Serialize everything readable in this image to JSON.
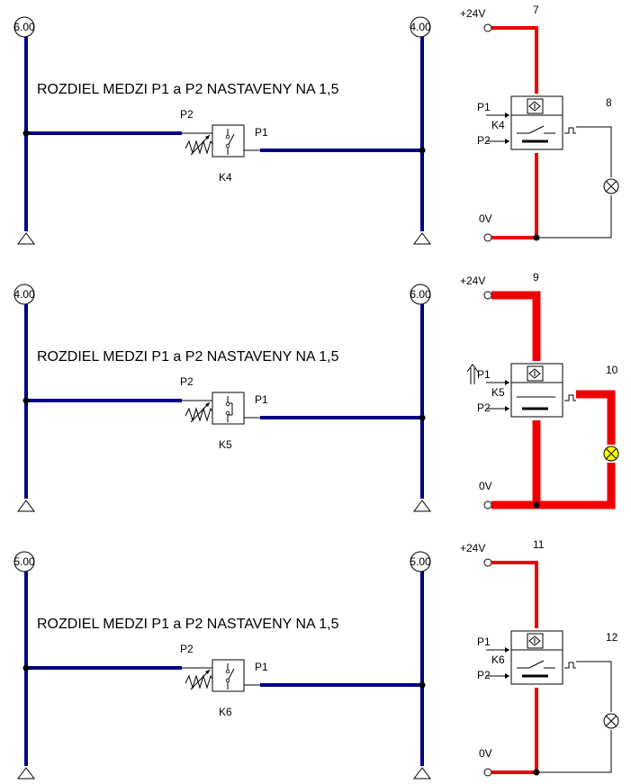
{
  "colors": {
    "pneumatic_line": "#000080",
    "active_wire": "#ee0000",
    "wire": "#000000",
    "lamp_on": "#ffff00"
  },
  "panels": [
    {
      "left_gauge": "6.00",
      "right_gauge": "4.00",
      "title": "ROZDIEL MEDZI P1 a P2 NASTAVENY NA 1,5",
      "port_p2": "P2",
      "port_p1": "P1",
      "switch_label": "K4",
      "supply_label": "+24V",
      "ground_label": "0V",
      "supply_line_no": "7",
      "output_line_no": "8",
      "sensor_label": "K4",
      "sensor_p1": "P1",
      "sensor_p2": "P2",
      "switch_closed": false,
      "lamp_on": false,
      "p1_arrow_icon": false
    },
    {
      "left_gauge": "4.00",
      "right_gauge": "6.00",
      "title": "ROZDIEL MEDZI P1 a P2 NASTAVENY NA 1,5",
      "port_p2": "P2",
      "port_p1": "P1",
      "switch_label": "K5",
      "supply_label": "+24V",
      "ground_label": "0V",
      "supply_line_no": "9",
      "output_line_no": "10",
      "sensor_label": "K5",
      "sensor_p1": "P1",
      "sensor_p2": "P2",
      "switch_closed": true,
      "lamp_on": true,
      "p1_arrow_icon": true
    },
    {
      "left_gauge": "5.00",
      "right_gauge": "5.00",
      "title": "ROZDIEL MEDZI P1 a P2 NASTAVENY NA 1,5",
      "port_p2": "P2",
      "port_p1": "P1",
      "switch_label": "K6",
      "supply_label": "+24V",
      "ground_label": "0V",
      "supply_line_no": "11",
      "output_line_no": "12",
      "sensor_label": "K6",
      "sensor_p1": "P1",
      "sensor_p2": "P2",
      "switch_closed": false,
      "lamp_on": false,
      "p1_arrow_icon": false
    }
  ]
}
